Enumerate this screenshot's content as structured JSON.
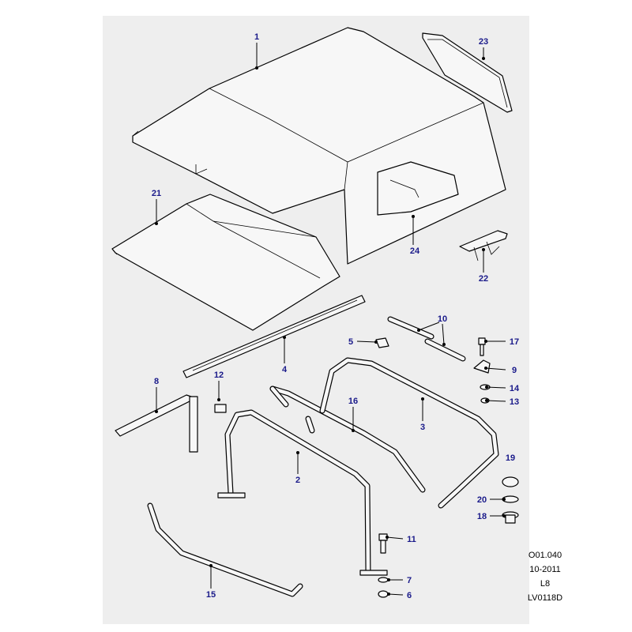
{
  "callouts": {
    "c1": "1",
    "c2": "2",
    "c3": "3",
    "c4": "4",
    "c5": "5",
    "c6": "6",
    "c7": "7",
    "c8": "8",
    "c9": "9",
    "c10": "10",
    "c11": "11",
    "c12": "12",
    "c13": "13",
    "c14": "14",
    "c15": "15",
    "c16": "16",
    "c17": "17",
    "c18": "18",
    "c19": "19",
    "c20": "20",
    "c21": "21",
    "c22": "22",
    "c23": "23",
    "c24": "24"
  },
  "reference": {
    "code": "O01.040",
    "date": "10-2011",
    "variant": "L8",
    "illustration": "LV0118D"
  }
}
